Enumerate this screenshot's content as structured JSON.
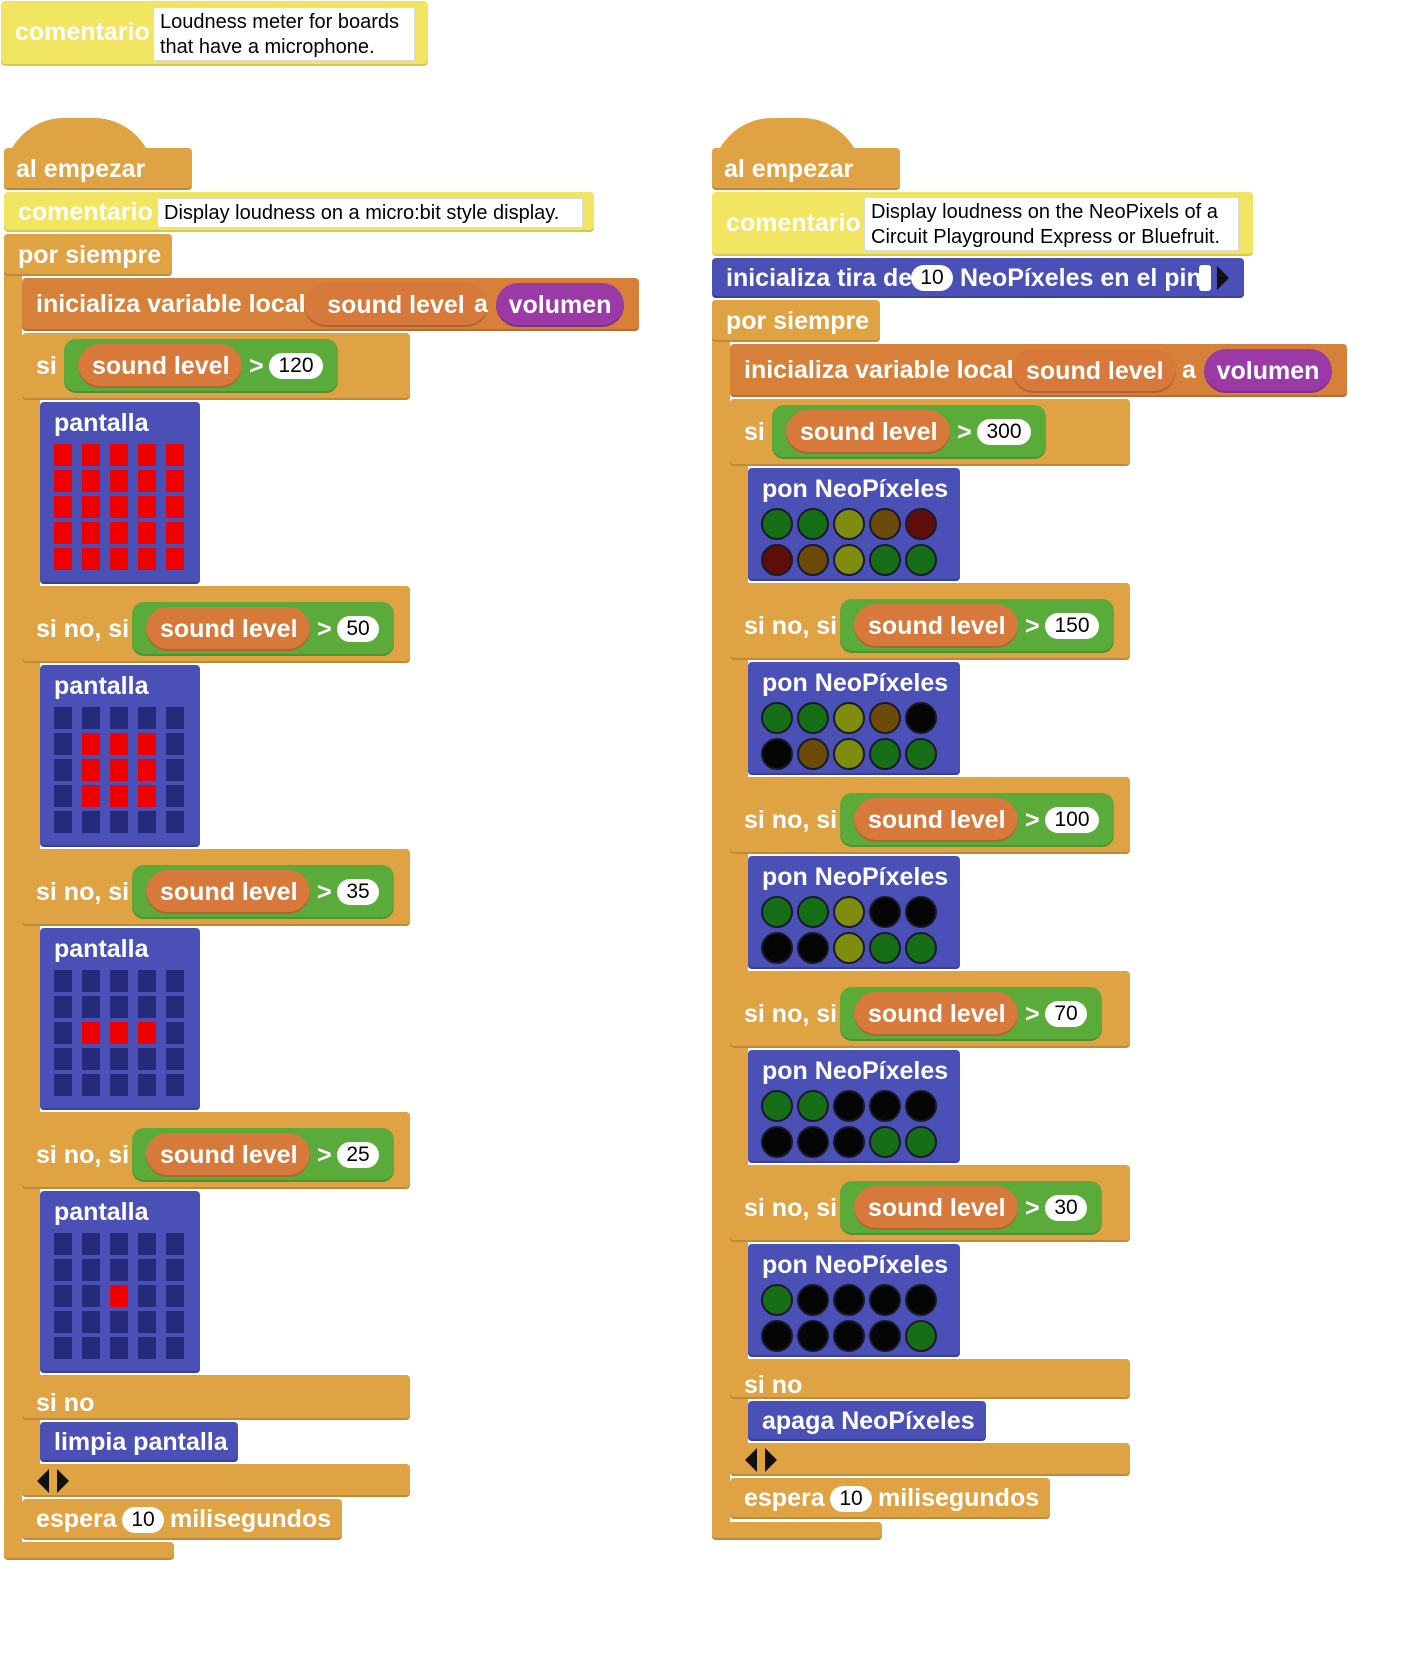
{
  "top_comment": {
    "label": "comentario",
    "text": "Loudness meter for boards\nthat have a microphone."
  },
  "left": {
    "event": "al empezar",
    "comment_label": "comentario",
    "comment_text": "Display loudness on a micro:bit style display.",
    "loop": "por siempre",
    "init": {
      "label": "inicializa variable local",
      "var": "sound level",
      "to": "a",
      "value": "volumen"
    },
    "branches": [
      {
        "kw": "si",
        "var": "sound level",
        "op": ">",
        "num": "120",
        "block": "pantalla",
        "grid": [
          [
            1,
            1,
            1,
            1,
            1
          ],
          [
            1,
            1,
            1,
            1,
            1
          ],
          [
            1,
            1,
            1,
            1,
            1
          ],
          [
            1,
            1,
            1,
            1,
            1
          ],
          [
            1,
            1,
            1,
            1,
            1
          ]
        ]
      },
      {
        "kw": "si no, si",
        "var": "sound level",
        "op": ">",
        "num": "50",
        "block": "pantalla",
        "grid": [
          [
            0,
            0,
            0,
            0,
            0
          ],
          [
            0,
            1,
            1,
            1,
            0
          ],
          [
            0,
            1,
            1,
            1,
            0
          ],
          [
            0,
            1,
            1,
            1,
            0
          ],
          [
            0,
            0,
            0,
            0,
            0
          ]
        ]
      },
      {
        "kw": "si no, si",
        "var": "sound level",
        "op": ">",
        "num": "35",
        "block": "pantalla",
        "grid": [
          [
            0,
            0,
            0,
            0,
            0
          ],
          [
            0,
            0,
            0,
            0,
            0
          ],
          [
            0,
            1,
            1,
            1,
            0
          ],
          [
            0,
            0,
            0,
            0,
            0
          ],
          [
            0,
            0,
            0,
            0,
            0
          ]
        ]
      },
      {
        "kw": "si no, si",
        "var": "sound level",
        "op": ">",
        "num": "25",
        "block": "pantalla",
        "grid": [
          [
            0,
            0,
            0,
            0,
            0
          ],
          [
            0,
            0,
            0,
            0,
            0
          ],
          [
            0,
            0,
            1,
            0,
            0
          ],
          [
            0,
            0,
            0,
            0,
            0
          ],
          [
            0,
            0,
            0,
            0,
            0
          ]
        ]
      }
    ],
    "else_kw": "si no",
    "else_block": "limpia pantalla",
    "wait": {
      "pre": "espera",
      "num": "10",
      "post": "milisegundos"
    }
  },
  "right": {
    "event": "al empezar",
    "comment_label": "comentario",
    "comment_text": "Display loudness on the NeoPixels of a\nCircuit Playground Express or Bluefruit.",
    "strip": {
      "pre": "inicializa tira de",
      "num": "10",
      "post": "NeoPíxeles en el pin"
    },
    "loop": "por siempre",
    "init": {
      "label": "inicializa variable local",
      "var": "sound level",
      "to": "a",
      "value": "volumen"
    },
    "branches": [
      {
        "kw": "si",
        "var": "sound level",
        "op": ">",
        "num": "300",
        "block": "pon NeoPíxeles",
        "pixels": [
          [
            "#166e16",
            "#166e16",
            "#7e8c10",
            "#6b4a0a",
            "#5e0e08"
          ],
          [
            "#5e0e08",
            "#6b4a0a",
            "#7e8c10",
            "#166e16",
            "#166e16"
          ]
        ]
      },
      {
        "kw": "si no, si",
        "var": "sound level",
        "op": ">",
        "num": "150",
        "block": "pon NeoPíxeles",
        "pixels": [
          [
            "#166e16",
            "#166e16",
            "#7e8c10",
            "#6b4a0a",
            "#050505"
          ],
          [
            "#050505",
            "#6b4a0a",
            "#7e8c10",
            "#166e16",
            "#166e16"
          ]
        ]
      },
      {
        "kw": "si no, si",
        "var": "sound level",
        "op": ">",
        "num": "100",
        "block": "pon NeoPíxeles",
        "pixels": [
          [
            "#166e16",
            "#166e16",
            "#7e8c10",
            "#050505",
            "#050505"
          ],
          [
            "#050505",
            "#050505",
            "#7e8c10",
            "#166e16",
            "#166e16"
          ]
        ]
      },
      {
        "kw": "si no, si",
        "var": "sound level",
        "op": ">",
        "num": "70",
        "block": "pon NeoPíxeles",
        "pixels": [
          [
            "#166e16",
            "#166e16",
            "#050505",
            "#050505",
            "#050505"
          ],
          [
            "#050505",
            "#050505",
            "#050505",
            "#166e16",
            "#166e16"
          ]
        ]
      },
      {
        "kw": "si no, si",
        "var": "sound level",
        "op": ">",
        "num": "30",
        "block": "pon NeoPíxeles",
        "pixels": [
          [
            "#166e16",
            "#050505",
            "#050505",
            "#050505",
            "#050505"
          ],
          [
            "#050505",
            "#050505",
            "#050505",
            "#050505",
            "#166e16"
          ]
        ]
      }
    ],
    "else_kw": "si no",
    "else_block": "apaga NeoPíxeles",
    "wait": {
      "pre": "espera",
      "num": "10",
      "post": "milisegundos"
    }
  },
  "colors": {
    "control": "#e0a344",
    "variable": "#d6793a",
    "logic": "#5bab3a",
    "display": "#4a50b6",
    "comment": "#f1e562",
    "input": "#9b3aa6",
    "led_on": "#ee0000"
  }
}
